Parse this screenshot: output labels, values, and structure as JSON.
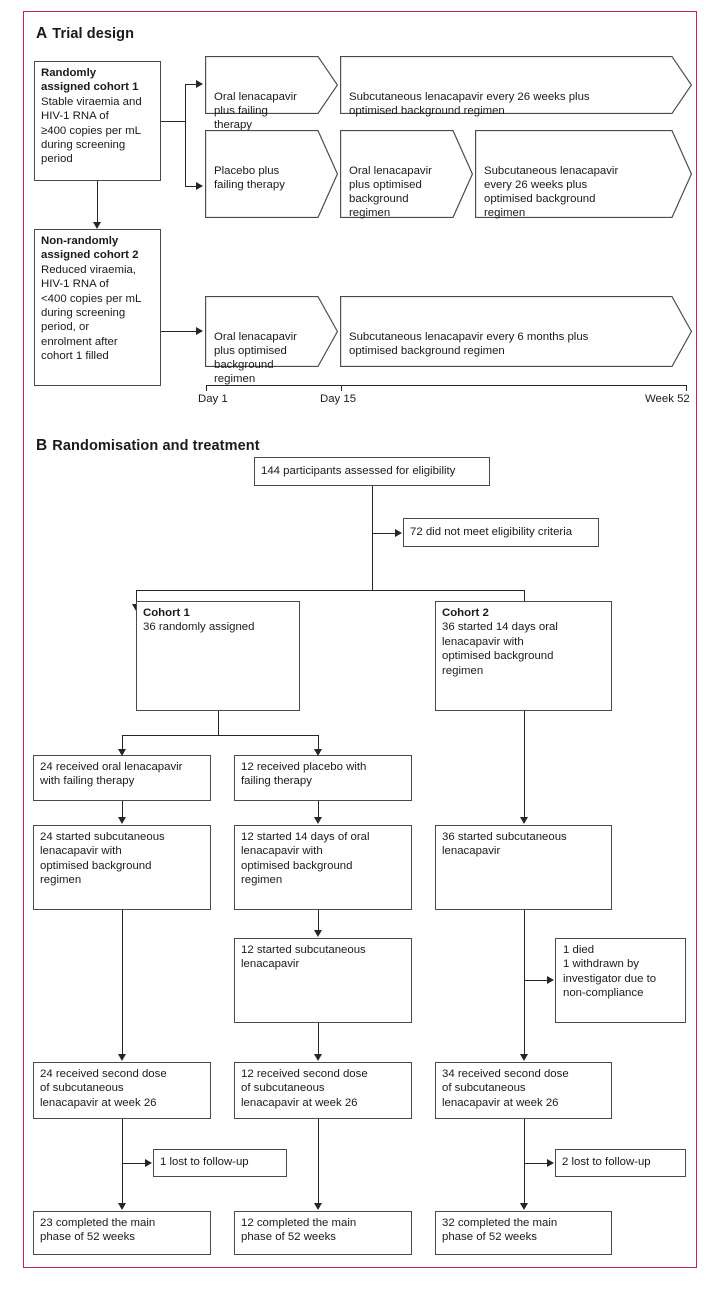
{
  "figure": {
    "border_color": "#c8204e",
    "line_color": "#262626",
    "box_border_color": "#4a4a4a"
  },
  "panel_a": {
    "letter": "A",
    "title": "Trial design",
    "cohort1": {
      "heading": "Randomly\nassigned cohort 1",
      "body": "Stable viraemia and\nHIV-1 RNA of\n≥400 copies per mL\nduring screening\nperiod"
    },
    "cohort2": {
      "heading": "Non-randomly\nassigned cohort 2",
      "body": "Reduced viraemia,\nHIV-1 RNA of\n<400 copies per mL\nduring screening\nperiod, or\nenrolment after\ncohort 1 filled"
    },
    "arm1_step1": "Oral lenacapavir\nplus failing\ntherapy",
    "arm1_step2": "Subcutaneous lenacapavir every 26 weeks plus\noptimised background regimen",
    "arm2_step1": "Placebo plus\nfailing therapy",
    "arm2_step2": "Oral lenacapavir\nplus optimised\nbackground\nregimen",
    "arm2_step3": "Subcutaneous lenacapavir\nevery 26 weeks plus\noptimised background\nregimen",
    "arm3_step1": "Oral lenacapavir\nplus optimised\nbackground\nregimen",
    "arm3_step2": "Subcutaneous lenacapavir every 6 months plus\noptimised background regimen",
    "timeline": {
      "tick1": "Day 1",
      "tick2": "Day 15",
      "tick3": "Week 52"
    }
  },
  "panel_b": {
    "letter": "B",
    "title": "Randomisation and treatment",
    "assessed": "144 participants assessed for eligibility",
    "excluded": "72 did not meet eligibility criteria",
    "cohort1_box": {
      "heading": "Cohort 1",
      "body": "36 randomly assigned"
    },
    "cohort2_box": {
      "heading": "Cohort 2",
      "line1": "36 started 14 days oral",
      "line2": "lenacapavir with",
      "line3": "optimised background",
      "line4": "regimen"
    },
    "c1a_received": {
      "line1": "24 received oral lenacapavir",
      "line2": "with failing therapy"
    },
    "c1b_received": {
      "line1": "12 received placebo with",
      "line2": "failing therapy"
    },
    "c1a_started": {
      "line1": "24 started subcutaneous",
      "line2": "lenacapavir with",
      "line3": "optimised background",
      "line4": "regimen"
    },
    "c1b_started": {
      "line1": "12 started 14 days of oral",
      "line2": "lenacapavir with",
      "line3": "optimised background",
      "line4": "regimen"
    },
    "c2_started": {
      "line1": "36 started subcutaneous",
      "line2": "lenacapavir"
    },
    "c1b_started_sc": {
      "line1": "12 started subcutaneous",
      "line2": "lenacapavir"
    },
    "c2_losses": {
      "line1": "1 died",
      "line2": "1 withdrawn by",
      "line3": "investigator due to",
      "line4": "non-compliance"
    },
    "c1a_second": {
      "line1": "24 received second dose",
      "line2": "of subcutaneous",
      "line3": "lenacapavir at week 26"
    },
    "c1b_second": {
      "line1": "12 received second dose",
      "line2": "of subcutaneous",
      "line3": "lenacapavir at week 26"
    },
    "c2_second": {
      "line1": "34 received second dose",
      "line2": "of subcutaneous",
      "line3": "lenacapavir at week 26"
    },
    "c1a_lost": "1 lost to follow-up",
    "c2_lost": "2 lost to follow-up",
    "c1a_completed": {
      "line1": "23 completed the main",
      "line2": "phase of 52 weeks"
    },
    "c1b_completed": {
      "line1": "12 completed the main",
      "line2": "phase of 52 weeks"
    },
    "c2_completed": {
      "line1": "32 completed the main",
      "line2": "phase of 52 weeks"
    }
  }
}
